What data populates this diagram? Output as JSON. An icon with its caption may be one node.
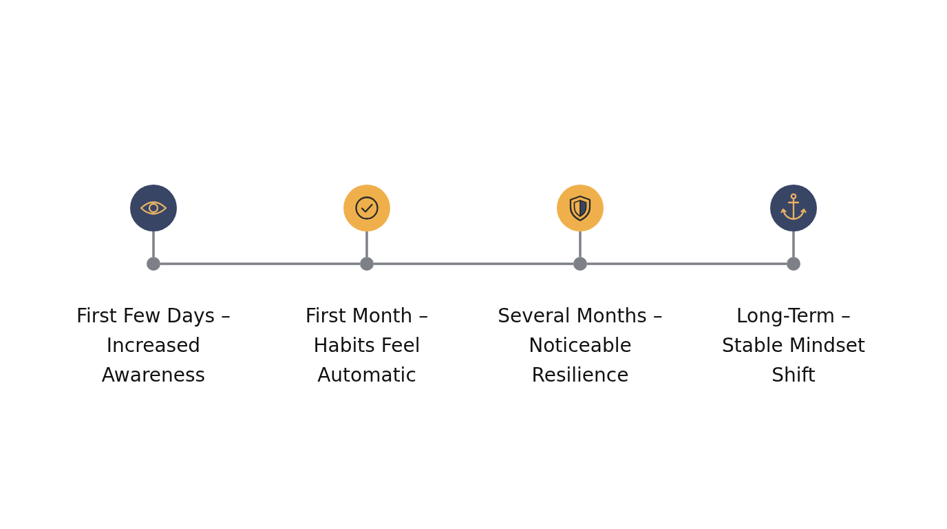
{
  "diagram": {
    "nodes": [
      {
        "text": [],
        "shape": "circle"
      },
      {
        "text": [],
        "shape": "circle",
        "beside": [
          "First Few Days – Increased Awareness"
        ]
      },
      {
        "text": [],
        "shape": "circle"
      },
      {
        "text": [],
        "shape": "circle",
        "beside": [
          "First Month – Habits Feel Automatic"
        ]
      },
      {
        "text": [],
        "shape": "circle"
      },
      {
        "text": [],
        "shape": "circle",
        "beside": [
          "Several Months – Noticeable Resilience"
        ]
      },
      {
        "text": [],
        "shape": "circle"
      },
      {
        "text": [],
        "shape": "circle",
        "beside": [
          "Long-Term – Stable Mindset Shift"
        ]
      }
    ],
    "edges": [
      {
        "from": 0,
        "to": 1,
        "arrow": "none"
      },
      {
        "from": 1,
        "to": 3,
        "arrow": "none"
      },
      {
        "from": 2,
        "to": 3,
        "arrow": "none"
      },
      {
        "from": 3,
        "to": 5,
        "arrow": "none"
      },
      {
        "from": 4,
        "to": 5,
        "arrow": "none"
      },
      {
        "from": 5,
        "to": 7,
        "arrow": "none"
      },
      {
        "from": 6,
        "to": 7,
        "arrow": "none"
      }
    ]
  }
}
